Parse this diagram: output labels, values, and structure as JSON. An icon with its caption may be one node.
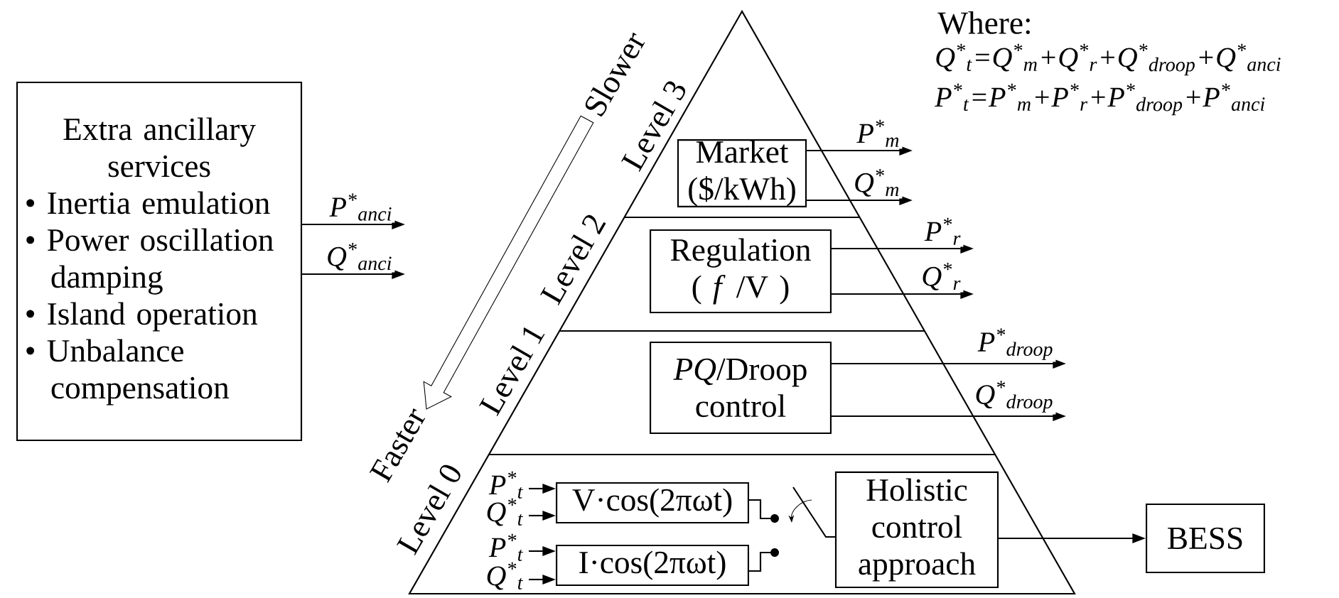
{
  "diagram": {
    "nodes": [
      {
        "text": [
          "Extra ancillary services",
          "• Inertia emulation",
          "• Power oscillation damping",
          "• Island operation",
          "• Unbalance compensation"
        ]
      },
      {
        "text": [
          "Market ($/kWh)"
        ]
      },
      {
        "text": [
          "Regulation ( *f* /V )"
        ]
      },
      {
        "text": [
          "*PQ*/Droop control"
        ]
      },
      {
        "text": [
          "V·cos(2πωt)"
        ]
      },
      {
        "text": [
          "I·cos(2πωt)"
        ]
      },
      {
        "text": [
          "Holistic control approach"
        ]
      },
      {
        "text": [
          "BESS"
        ]
      }
    ],
    "edges": [
      {
        "from": 0,
        "to": null,
        "arrow": "to",
        "label": "P$^{*}$$_{anci}$"
      },
      {
        "from": 0,
        "to": null,
        "arrow": "to",
        "label": "Q$^{*}$$_{anci}$"
      },
      {
        "from": 1,
        "to": null,
        "arrow": "to",
        "label": "P$^{*}$$_{m}$"
      },
      {
        "from": 1,
        "to": null,
        "arrow": "to",
        "label": "Q$^{*}$$_{m}$"
      },
      {
        "from": 2,
        "to": null,
        "arrow": "to",
        "label": "P$^{*}$$_{r}$"
      },
      {
        "from": 2,
        "to": null,
        "arrow": "to",
        "label": "Q$^{*}$$_{r}$"
      },
      {
        "from": 3,
        "to": null,
        "arrow": "to",
        "label": "P$^{*}$$_{droop}$"
      },
      {
        "from": 3,
        "to": null,
        "arrow": "to",
        "label": "Q$^{*}$$_{droop}$"
      },
      {
        "from": null,
        "to": 4,
        "arrow": "to",
        "label": "P$^{*}$$_{t}$"
      },
      {
        "from": null,
        "to": 4,
        "arrow": "to",
        "label": "Q$^{*}$$_{t}$"
      },
      {
        "from": null,
        "to": 5,
        "arrow": "to",
        "label": "P$^{*}$$_{t}$"
      },
      {
        "from": null,
        "to": 5,
        "arrow": "to",
        "label": "Q$^{*}$$_{t}$"
      },
      {
        "from": 6,
        "to": 7,
        "arrow": "to"
      }
    ],
    "labels": [
      "Where:",
      "Q$^{*}$$_{t}$=Q$^{*}$$_{m}$+Q$^{*}$$_{r}$+Q$^{*}$$_{droop}$+Q$^{*}$$_{anci}$",
      "P$^{*}$$_{t}$=P$^{*}$$_{m}$+P$^{*}$$_{r}$+P$^{*}$$_{droop}$+P$^{*}$$_{anci}$",
      "Slower",
      "Level 3",
      "Level 2",
      "Level 1",
      "Faster",
      "Level 0"
    ]
  }
}
